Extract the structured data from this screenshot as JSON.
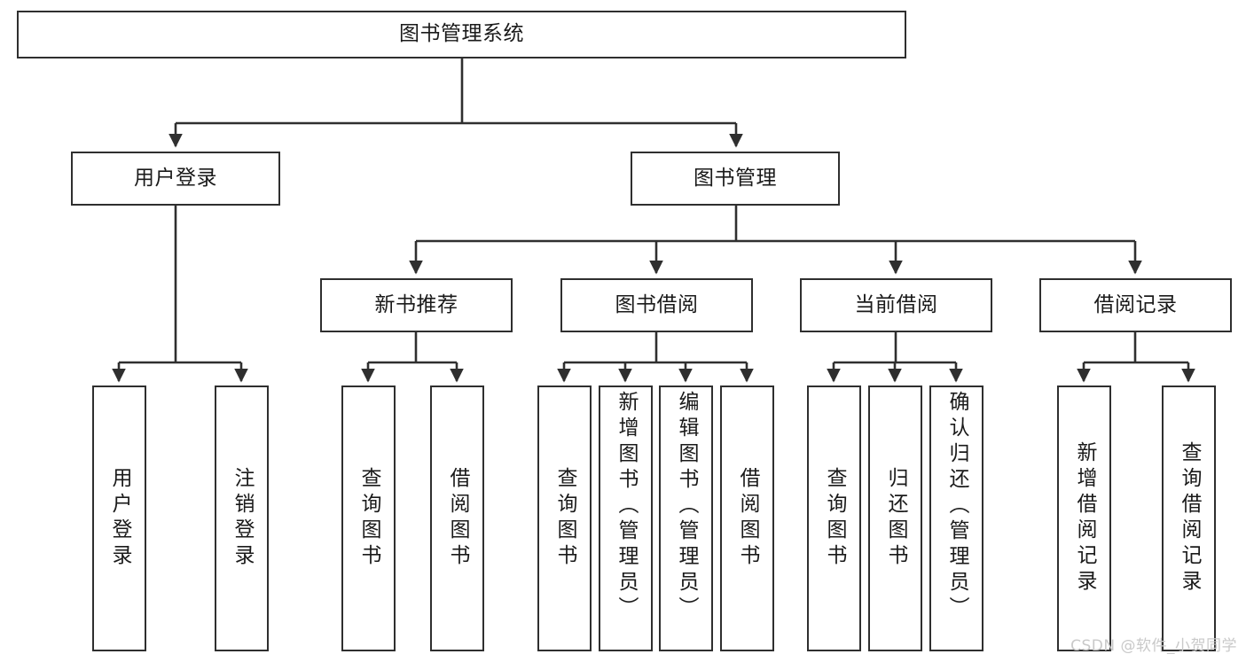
{
  "diagram": {
    "type": "tree-hierarchy",
    "title": "图书管理系统",
    "watermark": "CSDN @软件_小贺同学",
    "colors": {
      "stroke": "#2f2f2f",
      "fill": "#ffffff",
      "text": "#1a1a1a",
      "watermark": "#c9c9c9",
      "background": "#ffffff"
    },
    "nodes": {
      "root": {
        "label": "图书管理系统",
        "level": 1
      },
      "l2": [
        {
          "id": "user-login",
          "label": "用户登录",
          "level": 2
        },
        {
          "id": "book-manage",
          "label": "图书管理",
          "level": 2
        }
      ],
      "l3": [
        {
          "id": "new-book-rec",
          "label": "新书推荐",
          "level": 3,
          "parent": "book-manage"
        },
        {
          "id": "book-borrow",
          "label": "图书借阅",
          "level": 3,
          "parent": "book-manage"
        },
        {
          "id": "current-borrow",
          "label": "当前借阅",
          "level": 3,
          "parent": "book-manage"
        },
        {
          "id": "borrow-record",
          "label": "借阅记录",
          "level": 3,
          "parent": "book-manage"
        }
      ],
      "leaves": [
        {
          "id": "leaf-user-login",
          "label": "用户登录",
          "parent": "user-login"
        },
        {
          "id": "leaf-logout",
          "label": "注销登录",
          "parent": "user-login"
        },
        {
          "id": "leaf-query-book-1",
          "label": "查询图书",
          "parent": "new-book-rec"
        },
        {
          "id": "leaf-borrow-book-1",
          "label": "借阅图书",
          "parent": "new-book-rec"
        },
        {
          "id": "leaf-query-book-2",
          "label": "查询图书",
          "parent": "book-borrow"
        },
        {
          "id": "leaf-add-book",
          "label": "新增图书（管理员）",
          "parent": "book-borrow"
        },
        {
          "id": "leaf-edit-book",
          "label": "编辑图书（管理员）",
          "parent": "book-borrow"
        },
        {
          "id": "leaf-borrow-book-2",
          "label": "借阅图书",
          "parent": "book-borrow"
        },
        {
          "id": "leaf-query-book-3",
          "label": "查询图书",
          "parent": "current-borrow"
        },
        {
          "id": "leaf-return-book",
          "label": "归还图书",
          "parent": "current-borrow"
        },
        {
          "id": "leaf-confirm-return",
          "label": "确认归还（管理员）",
          "parent": "current-borrow"
        },
        {
          "id": "leaf-add-record",
          "label": "新增借阅记录",
          "parent": "borrow-record"
        },
        {
          "id": "leaf-query-record",
          "label": "查询借阅记录",
          "parent": "borrow-record"
        }
      ]
    }
  }
}
